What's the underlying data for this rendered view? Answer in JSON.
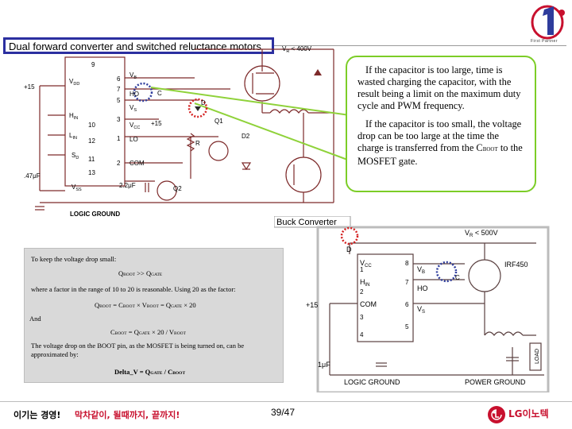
{
  "slide": {
    "title": "Dual forward converter and switched reluctance motors",
    "logo_caption": "First Partner",
    "page_number": "39/47"
  },
  "callout": {
    "para1_lead": "If  the capacitor is too large",
    "para1_rest": ", time is wasted charging the capacitor, with the result being a limit on the maximum duty cycle and PWM frequency.",
    "para2_lead": "If  the capacitor is too small",
    "para2_mid": ", the ",
    "para2_bold": "voltage drop can be too large",
    "para2_rest": " at the time the charge is transferred from the C",
    "para2_sub": "BOOT",
    "para2_tail": " to the MOSFET gate."
  },
  "schematic_top": {
    "vr": "V",
    "vr_sub": "R",
    "vr_val": " < 400V",
    "plus15": "+15",
    "vdd": "V",
    "vdd_sub": "DD",
    "hin": "H",
    "hin_sub": "IN",
    "lin": "L",
    "lin_sub": "IN",
    "sd": "S",
    "sd_sub": "D",
    "vss": "V",
    "vss_sub": "SS",
    "vb": "V",
    "vb_sub": "B",
    "ho": "HO",
    "vs": "V",
    "vs_sub": "S",
    "vcc": "V",
    "vcc_sub": "CC",
    "lo": "LO",
    "com": "COM",
    "cap_c": "C",
    "diode_d": "D",
    "plus15b": "+15",
    "r": "R",
    "q1": "Q1",
    "q2": "Q2",
    "d2": "D2",
    "cap_small": ".47μF",
    "cap_2u2": "2.2μF",
    "pins_left": [
      "9",
      "10",
      "12",
      "11",
      "13"
    ],
    "pins_right": [
      "6",
      "7",
      "5",
      "3",
      "1",
      "2"
    ],
    "logic_ground": "LOGIC GROUND"
  },
  "schematic_bottom": {
    "title": "Buck Converter",
    "vr": "V",
    "vr_sub": "R",
    "vr_val": " < 500V",
    "d": "D",
    "vcc": "V",
    "vcc_sub": "CC",
    "hin": "H",
    "hin_sub": "IN",
    "com": "COM",
    "vb": "V",
    "vb_sub": "B",
    "ho": "HO",
    "vs": "V",
    "vs_sub": "S",
    "c": "C",
    "plus15": "+15",
    "irf": "IRF450",
    "cap": "1μF",
    "load": "LOAD",
    "pins_left": [
      "1",
      "2",
      "3",
      "4"
    ],
    "pins_right": [
      "8",
      "7",
      "6",
      "5"
    ],
    "logic_ground": "LOGIC GROUND",
    "power_ground": "POWER GROUND"
  },
  "formulas": {
    "intro": "To keep the voltage drop small:",
    "eq1_a": "Q",
    "eq1_a_sub": "BOOT",
    "eq1_b": " >> Q",
    "eq1_b_sub": "GATE",
    "factor": "where a factor in the range of 10 to 20 is reasonable. Using 20 as the factor:",
    "eq2_a": "Q",
    "eq2_a_sub": "BOOT",
    "eq2_b": " = C",
    "eq2_b_sub": "BOOT",
    "eq2_c": " × V",
    "eq2_c_sub": "BOOT",
    "eq2_d": " = Q",
    "eq2_d_sub": "GATE",
    "eq2_e": " × 20",
    "and": "And",
    "eq3_a": "C",
    "eq3_a_sub": "BOOT",
    "eq3_b": " = Q",
    "eq3_b_sub": "GATE",
    "eq3_c": " × 20 / V",
    "eq3_c_sub": "BOOT",
    "drop": "The voltage drop on the BOOT pin, as the MOSFET is being turned on, can be approximated by:",
    "eq4_a": "Delta_V = Q",
    "eq4_a_sub": "GATE",
    "eq4_b": " / C",
    "eq4_b_sub": "BOOT"
  },
  "footer": {
    "slogan_black": "이기는 경영!",
    "slogan_red": "막차같이, 될때까지, 끝까지!",
    "brand": "LG이노텍"
  },
  "colors": {
    "title_border": "#2b2fa0",
    "callout_border": "#7ccd27",
    "marker_red": "#d42020",
    "marker_blue": "#2e3c9c",
    "schematic_line": "#7d2a2a",
    "brand_red": "#c8102e",
    "formula_bg": "#d9d9d9"
  }
}
